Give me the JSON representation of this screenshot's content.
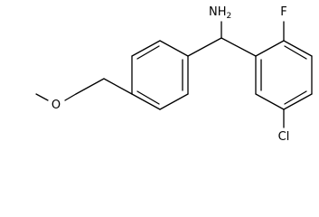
{
  "molecule": {
    "atoms": {
      "amine": {
        "symbol": "N",
        "hydrogens": "H",
        "count": "2"
      },
      "fluorine": {
        "symbol": "F"
      },
      "chlorine": {
        "symbol": "Cl"
      },
      "methoxy_oxygen": {
        "symbol": "O"
      }
    },
    "colors": {
      "bond": "#000000",
      "text": "#000000",
      "background": "#ffffff"
    }
  }
}
